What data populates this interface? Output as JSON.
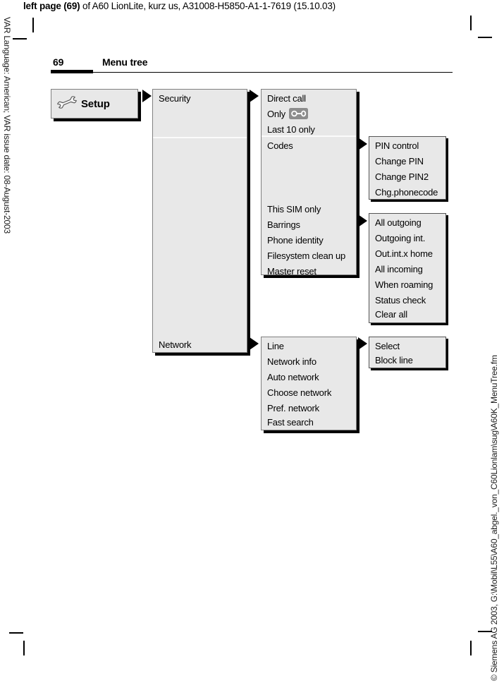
{
  "header": {
    "bold": "left page (69)",
    "rest": " of A60 LionLite, kurz us, A31008-H5850-A1-1-7619 (15.10.03)"
  },
  "margins": {
    "left": "VAR Language: American; VAR issue date: 08-August-2003",
    "right": "© Siemens AG 2003, G:\\Mobil\\L55\\A60_abgel._von_C60Lionlam\\sug\\A60K_MenuTree.fm"
  },
  "section": {
    "page_number": "69",
    "title": "Menu tree"
  },
  "colors": {
    "box_fill": "#e8e8e8",
    "shadow": "#000000",
    "key_icon_bg": "#8d8d8d"
  },
  "tree": {
    "root_label": "Setup",
    "root_icon": "wrench-icon",
    "level1": {
      "security": "Security",
      "network": "Network"
    },
    "security_menu": {
      "direct_call": "Direct call",
      "only": "Only",
      "only_icon": "key-lock-icon",
      "last10": "Last 10 only",
      "codes": "Codes",
      "this_sim": "This SIM only",
      "barrings": "Barrings",
      "phone_identity": "Phone identity",
      "filesystem": "Filesystem clean up",
      "master_reset": "Master reset"
    },
    "codes_menu": [
      "PIN control",
      "Change PIN",
      "Change PIN2",
      "Chg.phonecode"
    ],
    "barrings_menu": [
      "All outgoing",
      "Outgoing int.",
      "Out.int.x home",
      "All incoming",
      "When roaming",
      "Status check",
      "Clear all"
    ],
    "network_menu": [
      "Line",
      "Network info",
      "Auto network",
      "Choose network",
      "Pref. network",
      "Fast search"
    ],
    "line_menu": [
      "Select",
      "Block line"
    ]
  }
}
